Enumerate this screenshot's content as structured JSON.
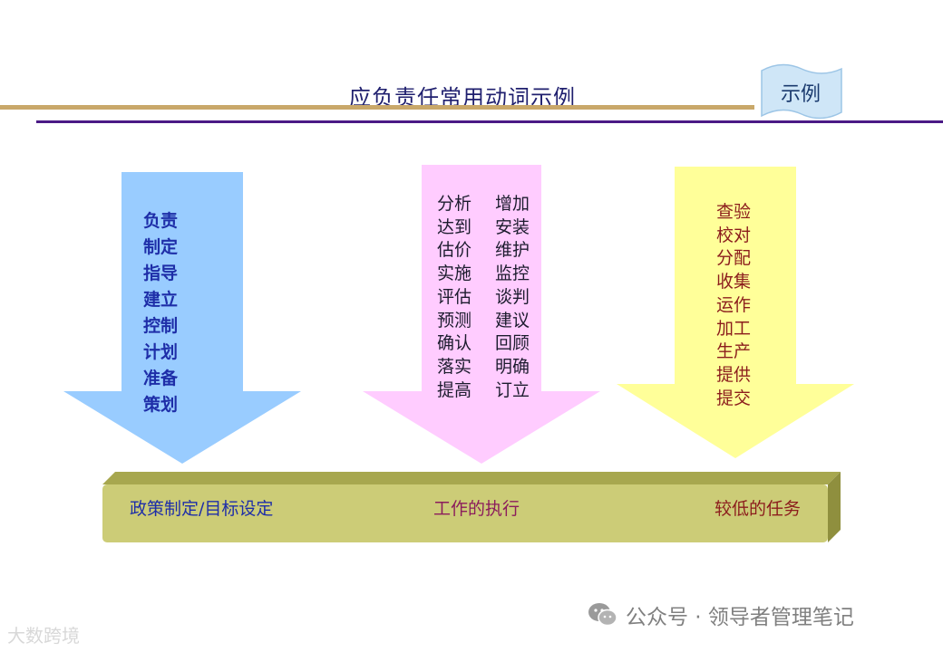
{
  "header": {
    "title": "应负责任常用动词示例",
    "tag": "示例"
  },
  "columns": [
    {
      "color": "#99ccff",
      "verbs": [
        "负责",
        "制定",
        "指导",
        "建立",
        "控制",
        "计划",
        "准备",
        "策划"
      ]
    },
    {
      "color": "#ffccff",
      "verbs_left": [
        "分析",
        "达到",
        "估价",
        "实施",
        "评估",
        "预测",
        "确认",
        "落实",
        "提高"
      ],
      "verbs_right": [
        "增加",
        "安装",
        "维护",
        "监控",
        "谈判",
        "建议",
        "回顾",
        "明确",
        "订立"
      ]
    },
    {
      "color": "#ffff99",
      "verbs": [
        "查验",
        "校对",
        "分配",
        "收集",
        "运作",
        "加工",
        "生产",
        "提供",
        "提交"
      ]
    }
  ],
  "bar": {
    "color": "#cccc77",
    "left_label": "政策制定/目标设定",
    "middle_label": "工作的执行",
    "right_label": "较低的任务"
  },
  "footer": {
    "text": "公众号 · 领导者管理笔记",
    "icon": "wechat-icon",
    "watermark": "大数跨境"
  }
}
